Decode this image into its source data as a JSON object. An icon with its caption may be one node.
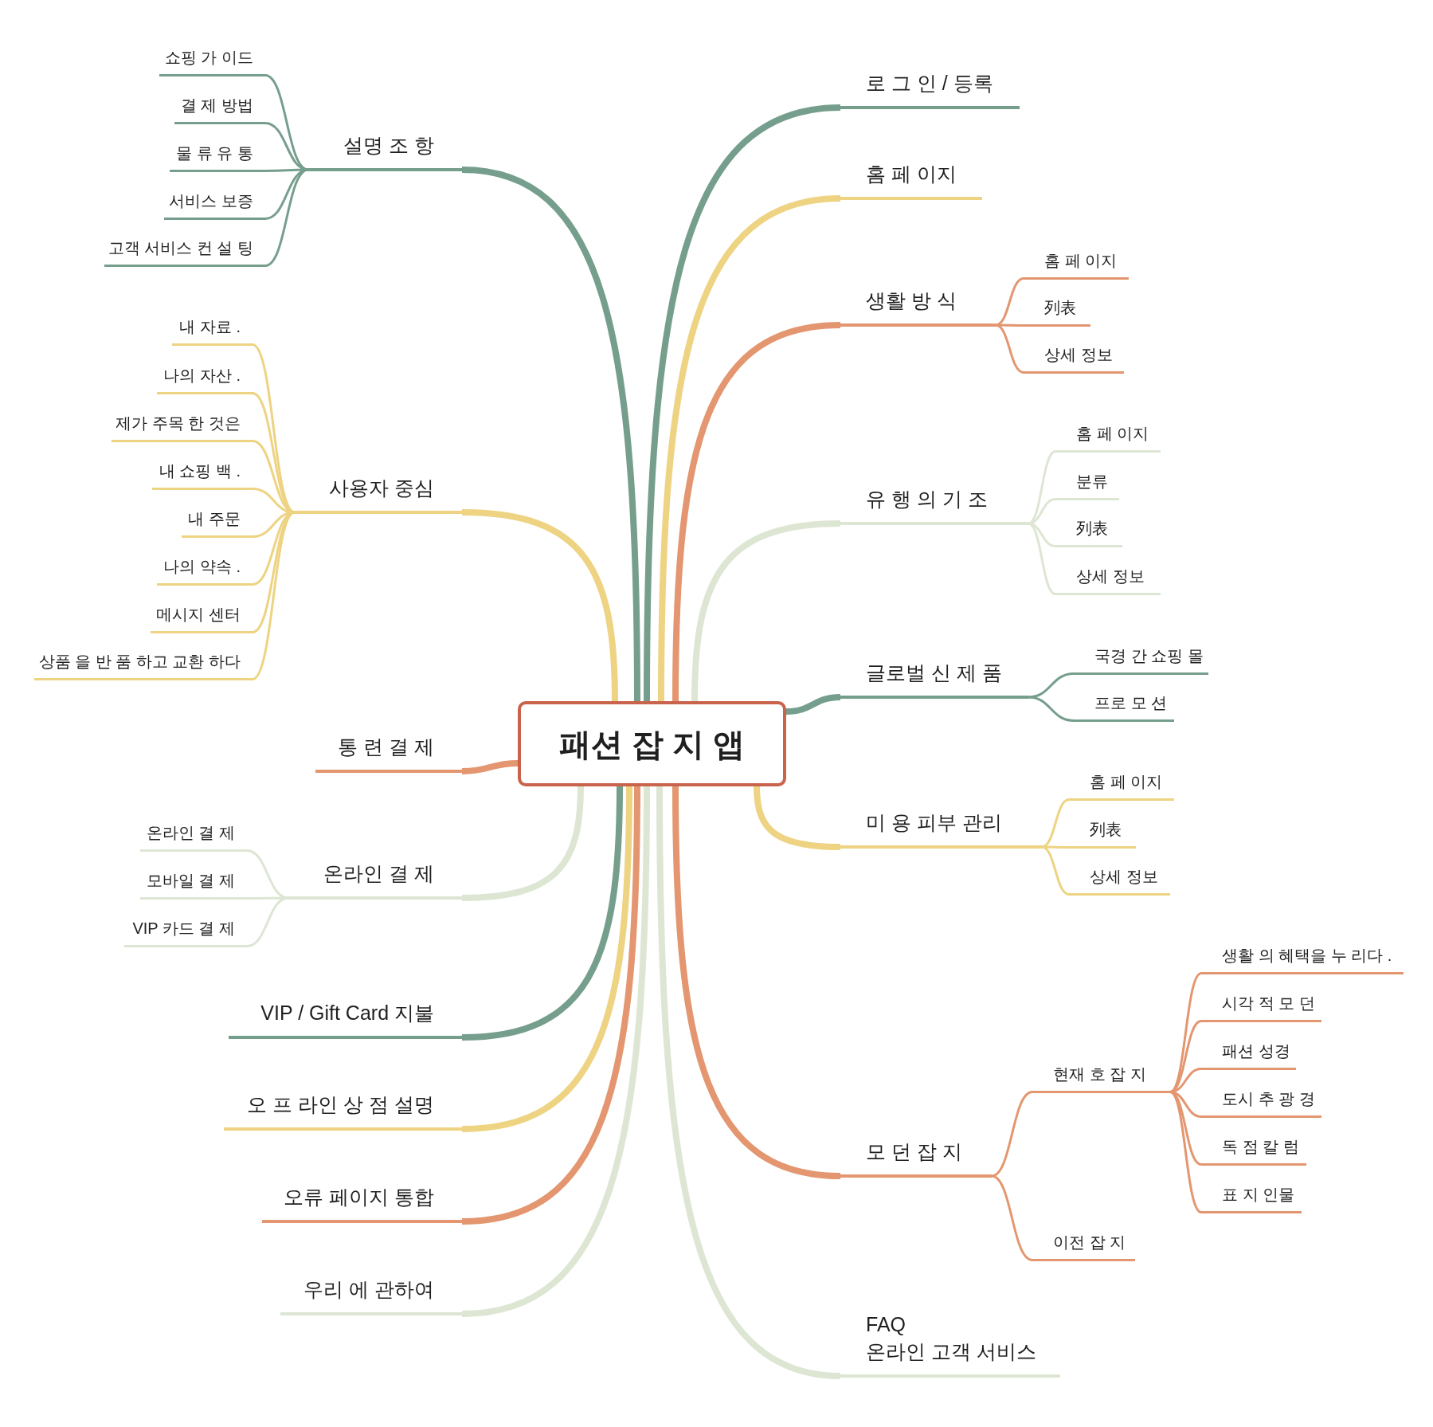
{
  "diagram": {
    "nodes": [
      {
        "text": [
          "패션 잡 지 앱"
        ]
      },
      {
        "text": [
          "로 그 인 / 등록"
        ]
      },
      {
        "text": [
          "홈 페 이지"
        ]
      },
      {
        "text": [
          "생활 방 식"
        ]
      },
      {
        "text": [
          "홈 페 이지"
        ]
      },
      {
        "text": [
          "列表"
        ]
      },
      {
        "text": [
          "상세 정보"
        ]
      },
      {
        "text": [
          "유 행 의 기 조"
        ]
      },
      {
        "text": [
          "홈 페 이지"
        ]
      },
      {
        "text": [
          "분류"
        ]
      },
      {
        "text": [
          "列表"
        ]
      },
      {
        "text": [
          "상세 정보"
        ]
      },
      {
        "text": [
          "글로벌 신 제 품"
        ]
      },
      {
        "text": [
          "국경 간 쇼핑 몰"
        ]
      },
      {
        "text": [
          "프로 모 션"
        ]
      },
      {
        "text": [
          "미 용 피부 관리"
        ]
      },
      {
        "text": [
          "홈 페 이지"
        ]
      },
      {
        "text": [
          "列表"
        ]
      },
      {
        "text": [
          "상세 정보"
        ]
      },
      {
        "text": [
          "모 던 잡 지"
        ]
      },
      {
        "text": [
          "현재 호 잡 지"
        ]
      },
      {
        "text": [
          "생활 의 혜택을 누 리다 ."
        ]
      },
      {
        "text": [
          "시각 적 모 던"
        ]
      },
      {
        "text": [
          "패션 성경"
        ]
      },
      {
        "text": [
          "도시 추 광 경"
        ]
      },
      {
        "text": [
          "독 점 칼 럼"
        ]
      },
      {
        "text": [
          "표 지 인물"
        ]
      },
      {
        "text": [
          "이전 잡 지"
        ]
      },
      {
        "text": [
          "FAQ",
          "온라인 고객 서비스"
        ]
      },
      {
        "text": [
          "설명 조 항"
        ]
      },
      {
        "text": [
          "쇼핑 가 이드"
        ]
      },
      {
        "text": [
          "결 제 방법"
        ]
      },
      {
        "text": [
          "물 류 유 통"
        ]
      },
      {
        "text": [
          "서비스 보증"
        ]
      },
      {
        "text": [
          "고객 서비스 컨 설 팅"
        ]
      },
      {
        "text": [
          "사용자 중심"
        ]
      },
      {
        "text": [
          "내 자료 ."
        ]
      },
      {
        "text": [
          "나의 자산 ."
        ]
      },
      {
        "text": [
          "제가 주목 한 것은"
        ]
      },
      {
        "text": [
          "내 쇼핑 백 ."
        ]
      },
      {
        "text": [
          "내 주문"
        ]
      },
      {
        "text": [
          "나의 약속 ."
        ]
      },
      {
        "text": [
          "메시지 센터"
        ]
      },
      {
        "text": [
          "상품 을 반 품 하고 교환 하다"
        ]
      },
      {
        "text": [
          "통 련 결 제"
        ]
      },
      {
        "text": [
          "온라인 결 제"
        ]
      },
      {
        "text": [
          "온라인 결 제"
        ]
      },
      {
        "text": [
          "모바일 결 제"
        ]
      },
      {
        "text": [
          "VIP 카드 결 제"
        ]
      },
      {
        "text": [
          "VIP / Gift Card 지불"
        ]
      },
      {
        "text": [
          "오 프 라인 상 점 설명"
        ]
      },
      {
        "text": [
          "오류 페이지 통합"
        ]
      },
      {
        "text": [
          "우리 에 관하여"
        ]
      }
    ],
    "edges": [
      {
        "from": 0,
        "to": 1,
        "arrow": "none",
        "style": "thick",
        "color": "#769e8d"
      },
      {
        "from": 0,
        "to": 2,
        "arrow": "none",
        "style": "thick",
        "color": "#edd382"
      },
      {
        "from": 0,
        "to": 3,
        "arrow": "none",
        "style": "thick",
        "color": "#e3966f"
      },
      {
        "from": 3,
        "to": 4,
        "arrow": "none",
        "color": "#e3966f"
      },
      {
        "from": 3,
        "to": 5,
        "arrow": "none",
        "color": "#e3966f"
      },
      {
        "from": 3,
        "to": 6,
        "arrow": "none",
        "color": "#e3966f"
      },
      {
        "from": 0,
        "to": 7,
        "arrow": "none",
        "style": "thick",
        "color": "#dde6d3"
      },
      {
        "from": 7,
        "to": 8,
        "arrow": "none",
        "color": "#dde6d3"
      },
      {
        "from": 7,
        "to": 9,
        "arrow": "none",
        "color": "#dde6d3"
      },
      {
        "from": 7,
        "to": 10,
        "arrow": "none",
        "color": "#dde6d3"
      },
      {
        "from": 7,
        "to": 11,
        "arrow": "none",
        "color": "#dde6d3"
      },
      {
        "from": 0,
        "to": 12,
        "arrow": "none",
        "style": "thick",
        "color": "#769e8d"
      },
      {
        "from": 12,
        "to": 13,
        "arrow": "none",
        "color": "#769e8d"
      },
      {
        "from": 12,
        "to": 14,
        "arrow": "none",
        "color": "#769e8d"
      },
      {
        "from": 0,
        "to": 15,
        "arrow": "none",
        "style": "thick",
        "color": "#edd382"
      },
      {
        "from": 15,
        "to": 16,
        "arrow": "none",
        "color": "#edd382"
      },
      {
        "from": 15,
        "to": 17,
        "arrow": "none",
        "color": "#edd382"
      },
      {
        "from": 15,
        "to": 18,
        "arrow": "none",
        "color": "#edd382"
      },
      {
        "from": 0,
        "to": 19,
        "arrow": "none",
        "style": "thick",
        "color": "#e3966f"
      },
      {
        "from": 19,
        "to": 20,
        "arrow": "none",
        "color": "#e3966f"
      },
      {
        "from": 20,
        "to": 21,
        "arrow": "none",
        "color": "#e3966f"
      },
      {
        "from": 20,
        "to": 22,
        "arrow": "none",
        "color": "#e3966f"
      },
      {
        "from": 20,
        "to": 23,
        "arrow": "none",
        "color": "#e3966f"
      },
      {
        "from": 20,
        "to": 24,
        "arrow": "none",
        "color": "#e3966f"
      },
      {
        "from": 20,
        "to": 25,
        "arrow": "none",
        "color": "#e3966f"
      },
      {
        "from": 20,
        "to": 26,
        "arrow": "none",
        "color": "#e3966f"
      },
      {
        "from": 19,
        "to": 27,
        "arrow": "none",
        "color": "#e3966f"
      },
      {
        "from": 0,
        "to": 28,
        "arrow": "none",
        "style": "thick",
        "color": "#dde6d3"
      },
      {
        "from": 0,
        "to": 29,
        "arrow": "none",
        "style": "thick",
        "color": "#769e8d"
      },
      {
        "from": 29,
        "to": 30,
        "arrow": "none",
        "color": "#769e8d"
      },
      {
        "from": 29,
        "to": 31,
        "arrow": "none",
        "color": "#769e8d"
      },
      {
        "from": 29,
        "to": 32,
        "arrow": "none",
        "color": "#769e8d"
      },
      {
        "from": 29,
        "to": 33,
        "arrow": "none",
        "color": "#769e8d"
      },
      {
        "from": 29,
        "to": 34,
        "arrow": "none",
        "color": "#769e8d"
      },
      {
        "from": 0,
        "to": 35,
        "arrow": "none",
        "style": "thick",
        "color": "#edd382"
      },
      {
        "from": 35,
        "to": 36,
        "arrow": "none",
        "color": "#edd382"
      },
      {
        "from": 35,
        "to": 37,
        "arrow": "none",
        "color": "#edd382"
      },
      {
        "from": 35,
        "to": 38,
        "arrow": "none",
        "color": "#edd382"
      },
      {
        "from": 35,
        "to": 39,
        "arrow": "none",
        "color": "#edd382"
      },
      {
        "from": 35,
        "to": 40,
        "arrow": "none",
        "color": "#edd382"
      },
      {
        "from": 35,
        "to": 41,
        "arrow": "none",
        "color": "#edd382"
      },
      {
        "from": 35,
        "to": 42,
        "arrow": "none",
        "color": "#edd382"
      },
      {
        "from": 35,
        "to": 43,
        "arrow": "none",
        "color": "#edd382"
      },
      {
        "from": 0,
        "to": 44,
        "arrow": "none",
        "style": "thick",
        "color": "#e3966f"
      },
      {
        "from": 0,
        "to": 45,
        "arrow": "none",
        "style": "thick",
        "color": "#dde6d3"
      },
      {
        "from": 45,
        "to": 46,
        "arrow": "none",
        "color": "#dde6d3"
      },
      {
        "from": 45,
        "to": 47,
        "arrow": "none",
        "color": "#dde6d3"
      },
      {
        "from": 45,
        "to": 48,
        "arrow": "none",
        "color": "#dde6d3"
      },
      {
        "from": 0,
        "to": 49,
        "arrow": "none",
        "style": "thick",
        "color": "#769e8d"
      },
      {
        "from": 0,
        "to": 50,
        "arrow": "none",
        "style": "thick",
        "color": "#edd382"
      },
      {
        "from": 0,
        "to": 51,
        "arrow": "none",
        "style": "thick",
        "color": "#e3966f"
      },
      {
        "from": 0,
        "to": 52,
        "arrow": "none",
        "style": "thick",
        "color": "#dde6d3"
      }
    ]
  }
}
